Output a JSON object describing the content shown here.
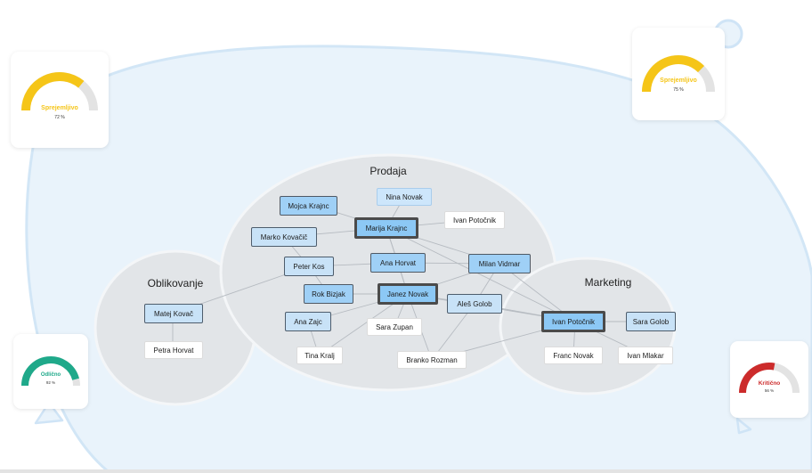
{
  "clusters": {
    "prodaja": "Prodaja",
    "oblikovanje": "Oblikovanje",
    "marketing": "Marketing"
  },
  "nodes": {
    "nina_novak": "Nina Novak",
    "mojca_krajnc": "Mojca Krajnc",
    "marija_krajnc": "Marija Krajnc",
    "ivan_potocnik_prodaja": "Ivan Potočnik",
    "marko_kovacic": "Marko Kovačič",
    "peter_kos": "Peter Kos",
    "ana_horvat": "Ana Horvat",
    "milan_vidmar": "Milan Vidmar",
    "rok_bizjak": "Rok Bizjak",
    "janez_novak": "Janez Novak",
    "ales_golob": "Aleš Golob",
    "ana_zajc": "Ana Zajc",
    "sara_zupan": "Sara Zupan",
    "tina_kralj": "Tina Kralj",
    "branko_rozman": "Branko Rozman",
    "matej_kovac": "Matej Kovač",
    "petra_horvat": "Petra Horvat",
    "ivan_potocnik_marketing": "Ivan Potočnik",
    "sara_golob": "Sara Golob",
    "franc_novak": "Franc Novak",
    "ivan_mlakar": "Ivan Mlakar"
  },
  "gauges": {
    "top_left": {
      "label": "Sprejemljivo",
      "value": "72 %",
      "fraction": 0.72,
      "color": "#f5c518"
    },
    "top_right": {
      "label": "Sprejemljivo",
      "value": "75 %",
      "fraction": 0.75,
      "color": "#f5c518"
    },
    "bottom_left": {
      "label": "Odlično",
      "value": "92 %",
      "fraction": 0.92,
      "color": "#1fa98a"
    },
    "bottom_right": {
      "label": "Kritično",
      "value": "56 %",
      "fraction": 0.56,
      "color": "#cc2b2b"
    }
  },
  "colors": {
    "blob_fill": "#e9f3fb",
    "blob_stroke": "#cfe4f6",
    "cluster_fill": "#e2e5e8",
    "edge": "#b5bac0"
  }
}
